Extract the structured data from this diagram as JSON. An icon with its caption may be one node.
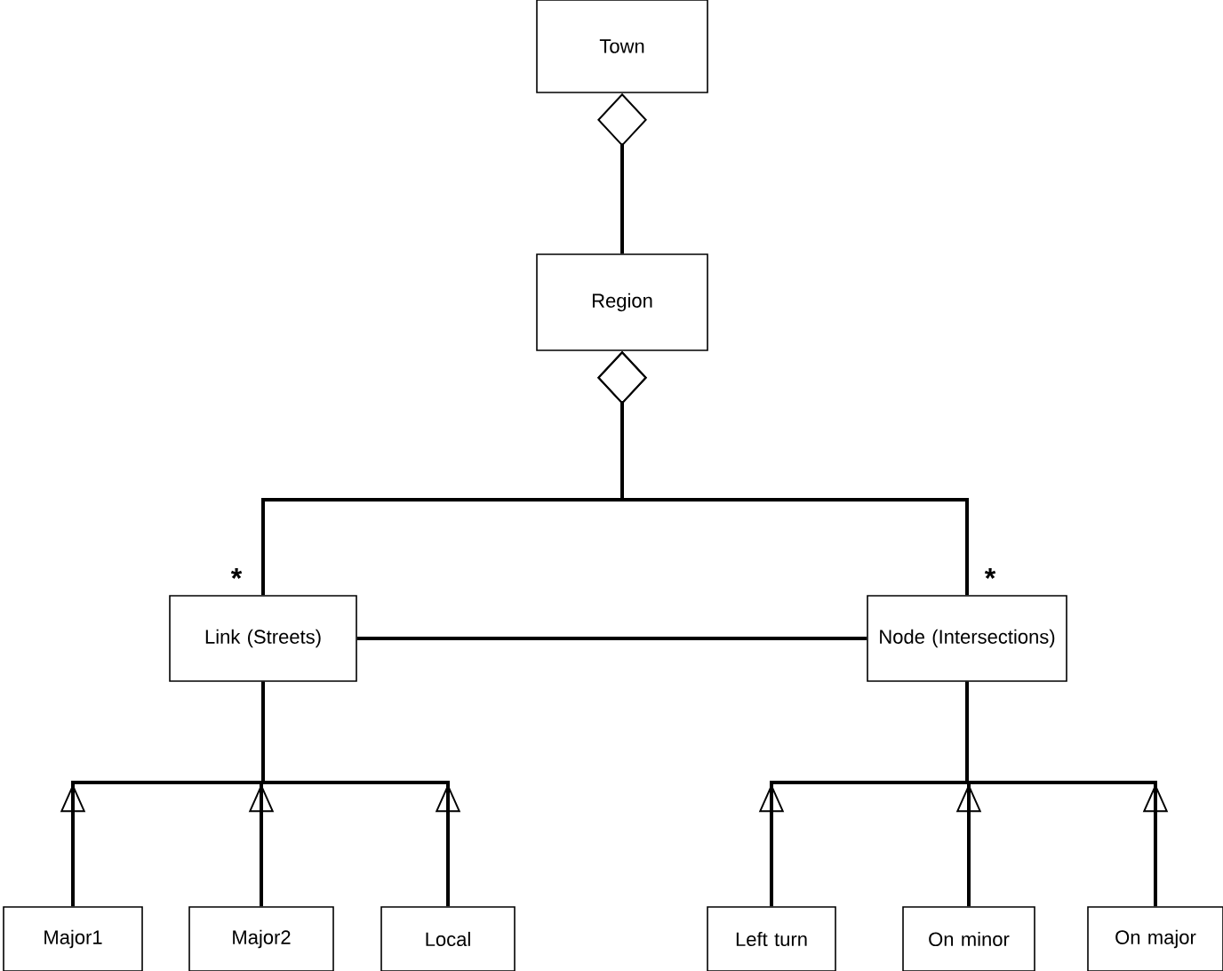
{
  "diagram": {
    "nodes": [
      {
        "text": [
          "Town"
        ]
      },
      {
        "text": [
          "Region"
        ]
      },
      {
        "text": [
          "Link (Streets)"
        ]
      },
      {
        "text": [
          "Node (Intersections)"
        ]
      },
      {
        "text": [
          "Major1"
        ]
      },
      {
        "text": [
          "Major2"
        ]
      },
      {
        "text": [
          "Local"
        ]
      },
      {
        "text": [
          "Left turn"
        ]
      },
      {
        "text": [
          "On minor"
        ]
      },
      {
        "text": [
          "On major"
        ]
      }
    ],
    "edges": [
      {
        "from": 1,
        "to": 0,
        "arrow": "other"
      },
      {
        "from": 2,
        "to": 1,
        "arrow": "other"
      },
      {
        "from": 3,
        "to": 1,
        "arrow": "other"
      },
      {
        "from": 2,
        "to": 3,
        "arrow": "none"
      },
      {
        "from": 4,
        "to": 2,
        "arrow": "to"
      },
      {
        "from": 5,
        "to": 2,
        "arrow": "to"
      },
      {
        "from": 6,
        "to": 2,
        "arrow": "to"
      },
      {
        "from": 7,
        "to": 3,
        "arrow": "to"
      },
      {
        "from": 8,
        "to": 3,
        "arrow": "to"
      },
      {
        "from": 9,
        "to": 3,
        "arrow": "to"
      }
    ],
    "labels": [
      "*",
      "*"
    ]
  }
}
